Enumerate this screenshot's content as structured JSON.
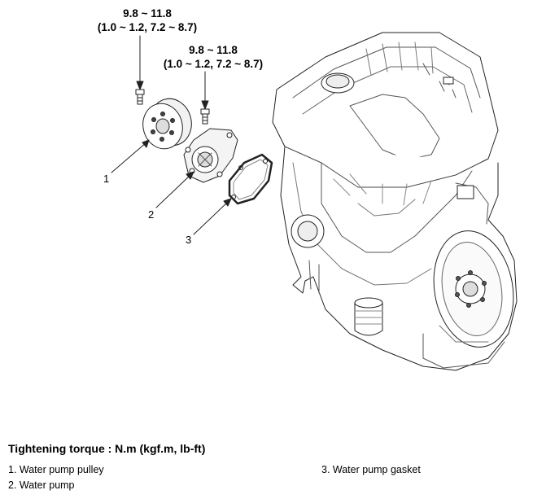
{
  "torque_labels": [
    {
      "value": "9.8 ~ 11.8",
      "alt": "(1.0 ~ 1.2, 7.2 ~ 8.7)"
    },
    {
      "value": "9.8 ~ 11.8",
      "alt": "(1.0 ~ 1.2, 7.2 ~ 8.7)"
    }
  ],
  "callouts": [
    "1",
    "2",
    "3"
  ],
  "caption": "Tightening torque : N.m (kgf.m, lb-ft)",
  "legend": [
    "1. Water pump pulley",
    "2. Water pump",
    "3. Water pump gasket"
  ]
}
